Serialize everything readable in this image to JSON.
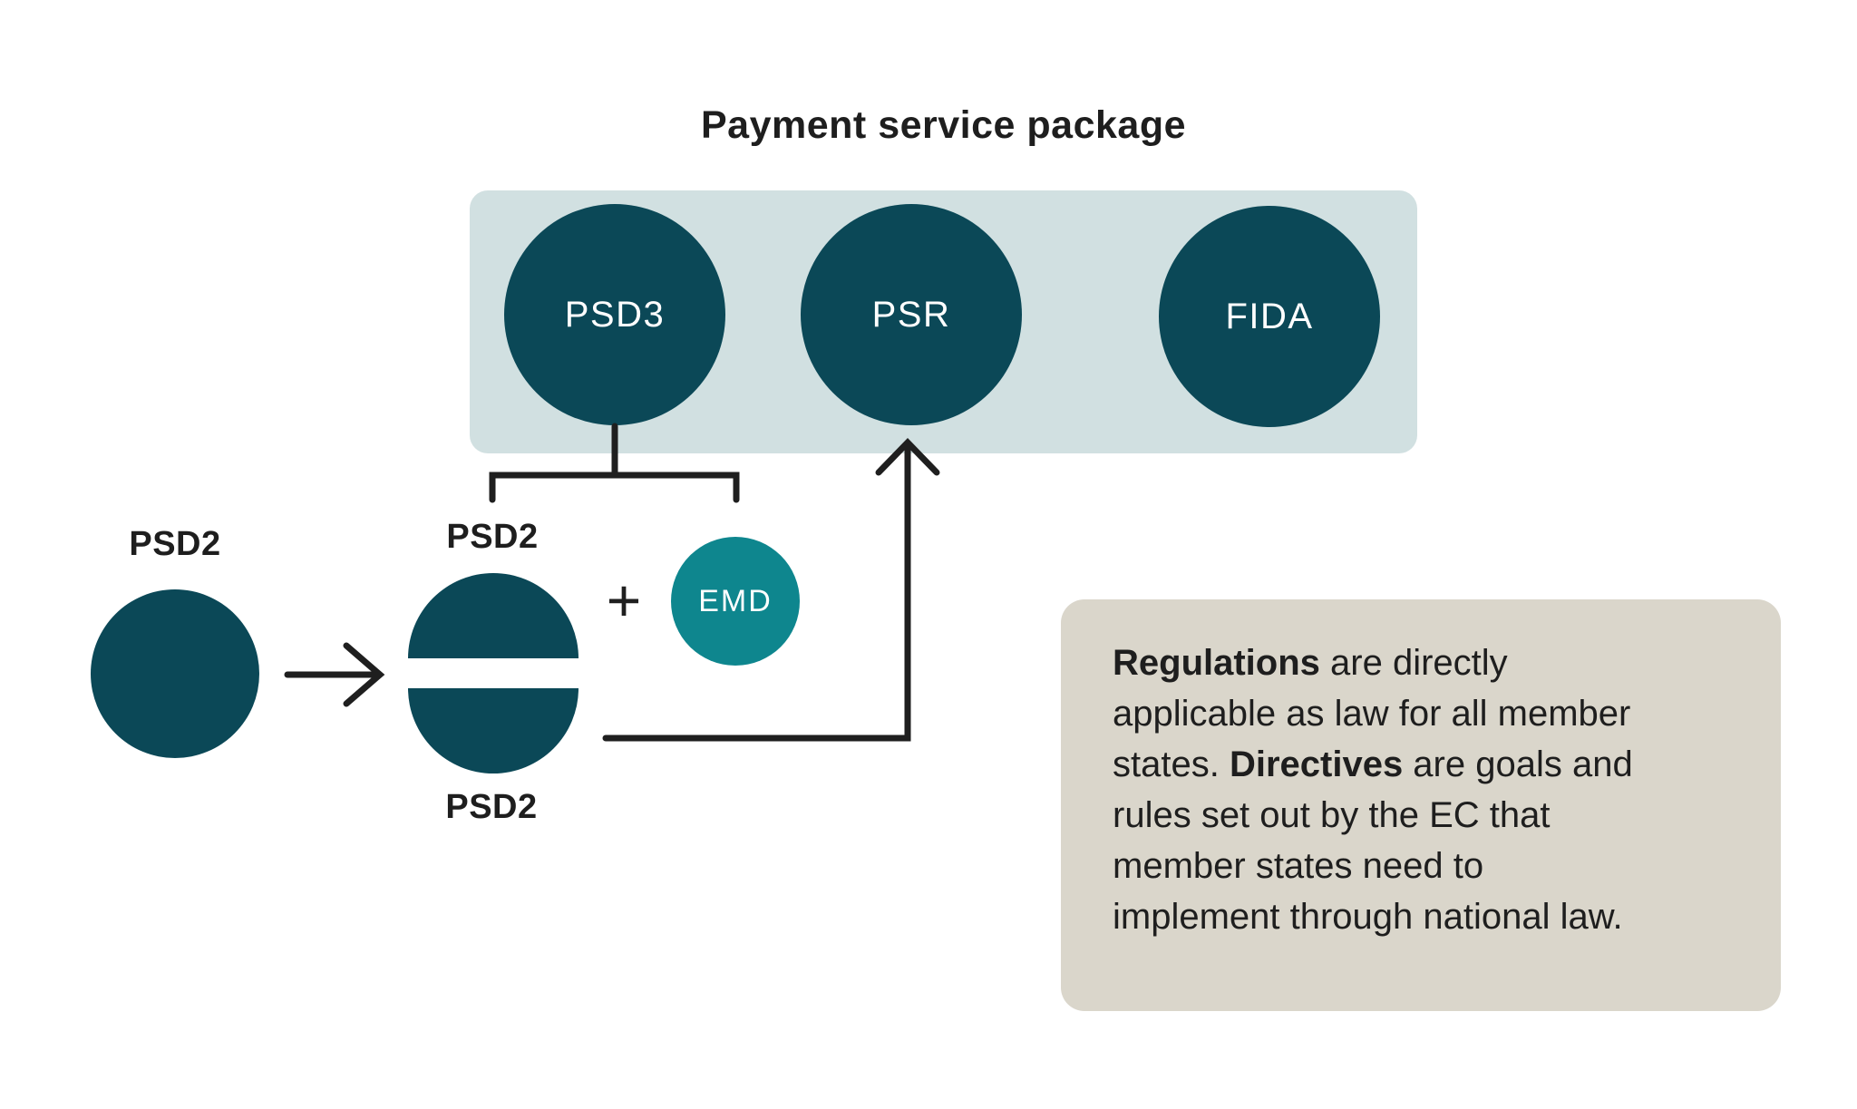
{
  "title": "Payment service package",
  "package": {
    "circles": [
      {
        "label": "PSD3"
      },
      {
        "label": "PSR"
      },
      {
        "label": "FIDA"
      }
    ]
  },
  "flow": {
    "left_label": "PSD2",
    "split_top_label": "PSD2",
    "split_bottom_label": "PSD2",
    "plus": "+",
    "emd_label": "EMD"
  },
  "note": {
    "lines": [
      [
        {
          "t": "Regulations",
          "b": true
        },
        {
          "t": " are directly",
          "b": false
        }
      ],
      [
        {
          "t": "applicable as law for all member",
          "b": false
        }
      ],
      [
        {
          "t": "states. ",
          "b": false
        },
        {
          "t": "Directives",
          "b": true
        },
        {
          "t": " are goals and",
          "b": false
        }
      ],
      [
        {
          "t": "rules set out by the EC that",
          "b": false
        }
      ],
      [
        {
          "t": "member states need to",
          "b": false
        }
      ],
      [
        {
          "t": "implement through national law.",
          "b": false
        }
      ]
    ]
  },
  "colors": {
    "dark_teal": "#0B4857",
    "teal": "#0E868E",
    "package_bg": "#D1E0E1",
    "note_bg": "#DAD6CB",
    "line": "#1F1F1F",
    "text": "#1E1E1E",
    "background": "#FFFFFF"
  }
}
